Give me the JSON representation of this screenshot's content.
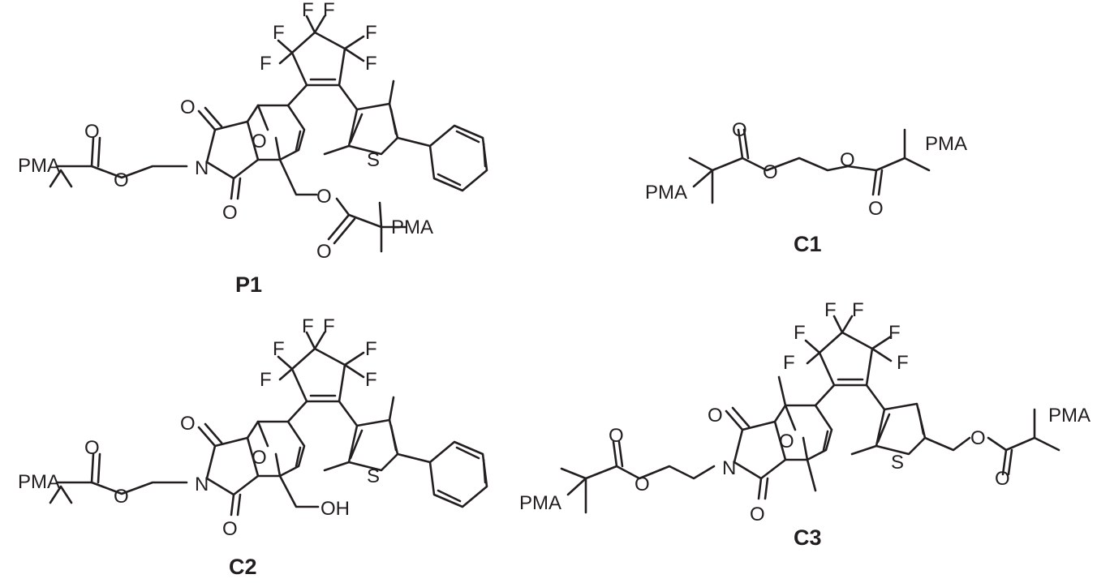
{
  "figure": {
    "captions": {
      "p1": "P1",
      "c1": "C1",
      "c2": "C2",
      "c3": "C3"
    },
    "atoms": {
      "pma": "PMA",
      "o": "O",
      "n": "N",
      "s": "S",
      "f": "F",
      "oh": "OH"
    }
  }
}
